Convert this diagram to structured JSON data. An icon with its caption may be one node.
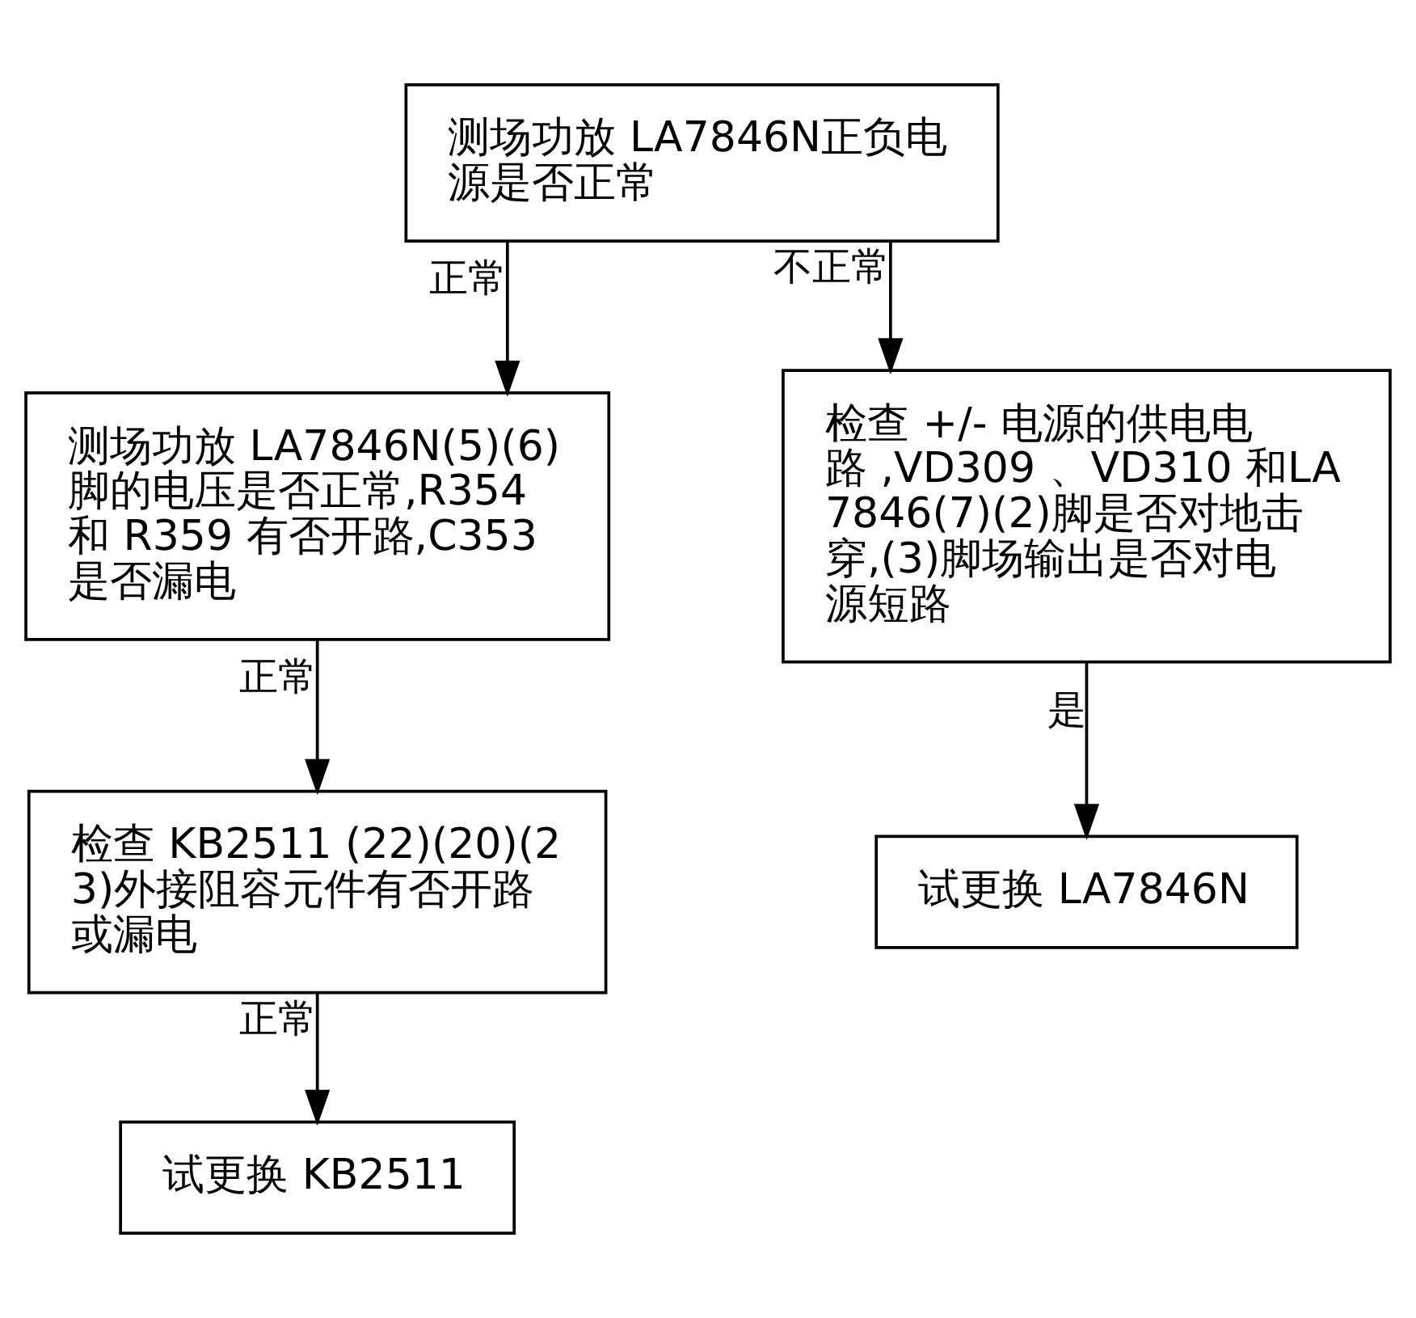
{
  "diagram": {
    "nodes": [
      {
        "text": [
          "测场功放 LA7846N正负电源是否正常"
        ]
      },
      {
        "text": [
          "测场功放 LA7846N(5)(6)脚的电压是否正常,R354和 R359 有否开路,C353 是否漏电"
        ]
      },
      {
        "text": [
          "检查 +/- 电源的供电电路 ,VD309 、VD310 和LA7846(7)(2)脚是否对地击穿,(3)脚场输出是否对电源短路"
        ]
      },
      {
        "text": [
          "检查 KB2511 (22)(20)(23)外接阻容元件有否开路或漏电"
        ]
      },
      {
        "text": [
          "试更换 LA7846N"
        ]
      },
      {
        "text": [
          "试更换 KB2511"
        ]
      }
    ],
    "edges": [
      {
        "from": 0,
        "to": 1,
        "arrow": "to",
        "label": "正常"
      },
      {
        "from": 0,
        "to": 2,
        "arrow": "to",
        "label": "不正常"
      },
      {
        "from": 1,
        "to": 3,
        "arrow": "to",
        "label": "正常"
      },
      {
        "from": 2,
        "to": 4,
        "arrow": "to",
        "label": "是"
      },
      {
        "from": 3,
        "to": 5,
        "arrow": "to",
        "label": "正常"
      }
    ]
  }
}
